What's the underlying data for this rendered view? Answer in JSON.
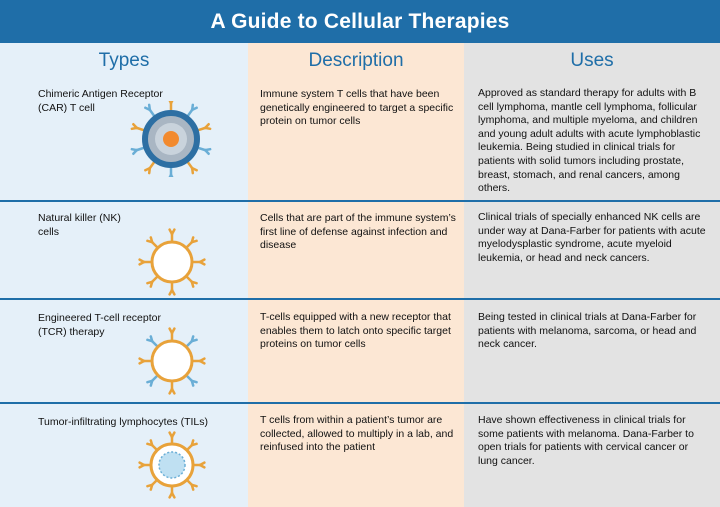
{
  "title": "A Guide to Cellular Therapies",
  "headers": {
    "types": "Types",
    "description": "Description",
    "uses": "Uses"
  },
  "rows": [
    {
      "type": "Chimeric Antigen Receptor (CAR) T cell",
      "description": "Immune system T cells that have been genetically engineered to target a specific protein on tumor cells",
      "uses": "Approved as standard therapy for adults with B cell lymphoma, mantle cell lymphoma, follicular lymphoma, and multiple myeloma, and children and young adult adults with acute lymphoblastic leukemia. Being studied in clinical trials for patients with solid tumors including prostate, breast, stomach, and renal cancers, among others.",
      "icon": "car-t-cell-icon"
    },
    {
      "type": "Natural killer (NK) cells",
      "description": "Cells that are part of the immune system’s first line of defense against infection and disease",
      "uses": "Clinical trials of specially enhanced NK cells are under way at Dana-Farber for patients with acute myelodysplastic syndrome, acute myeloid leukemia, or head and neck cancers.",
      "icon": "nk-cell-icon"
    },
    {
      "type": "Engineered T-cell receptor (TCR) therapy",
      "description": "T-cells equipped with a new receptor that enables them to latch onto specific target proteins on tumor cells",
      "uses": "Being tested in clinical trials at Dana-Farber for patients with melanoma, sarcoma, or head and neck cancer.",
      "icon": "tcr-cell-icon"
    },
    {
      "type": "Tumor-infiltrating lymphocytes (TILs)",
      "description": "T cells from within a patient’s tumor are collected, allowed to multiply in a lab, and reinfused into the patient",
      "uses": "Have shown effectiveness in clinical trials for some patients with melanoma. Dana-Farber to open trials for patients with cervical cancer or lung cancer.",
      "icon": "til-cell-icon"
    }
  ],
  "colors": {
    "header_blue": "#1f6ea8",
    "types_bg": "#e5f0f9",
    "description_bg": "#fce7d4",
    "uses_bg": "#e3e3e3",
    "receptor_orange": "#e8a23a",
    "receptor_blue": "#6aaed6",
    "car_ring_blue": "#2d6fa3",
    "car_mid_gray": "#a9b6c3",
    "car_core_orange": "#f28a2e"
  }
}
